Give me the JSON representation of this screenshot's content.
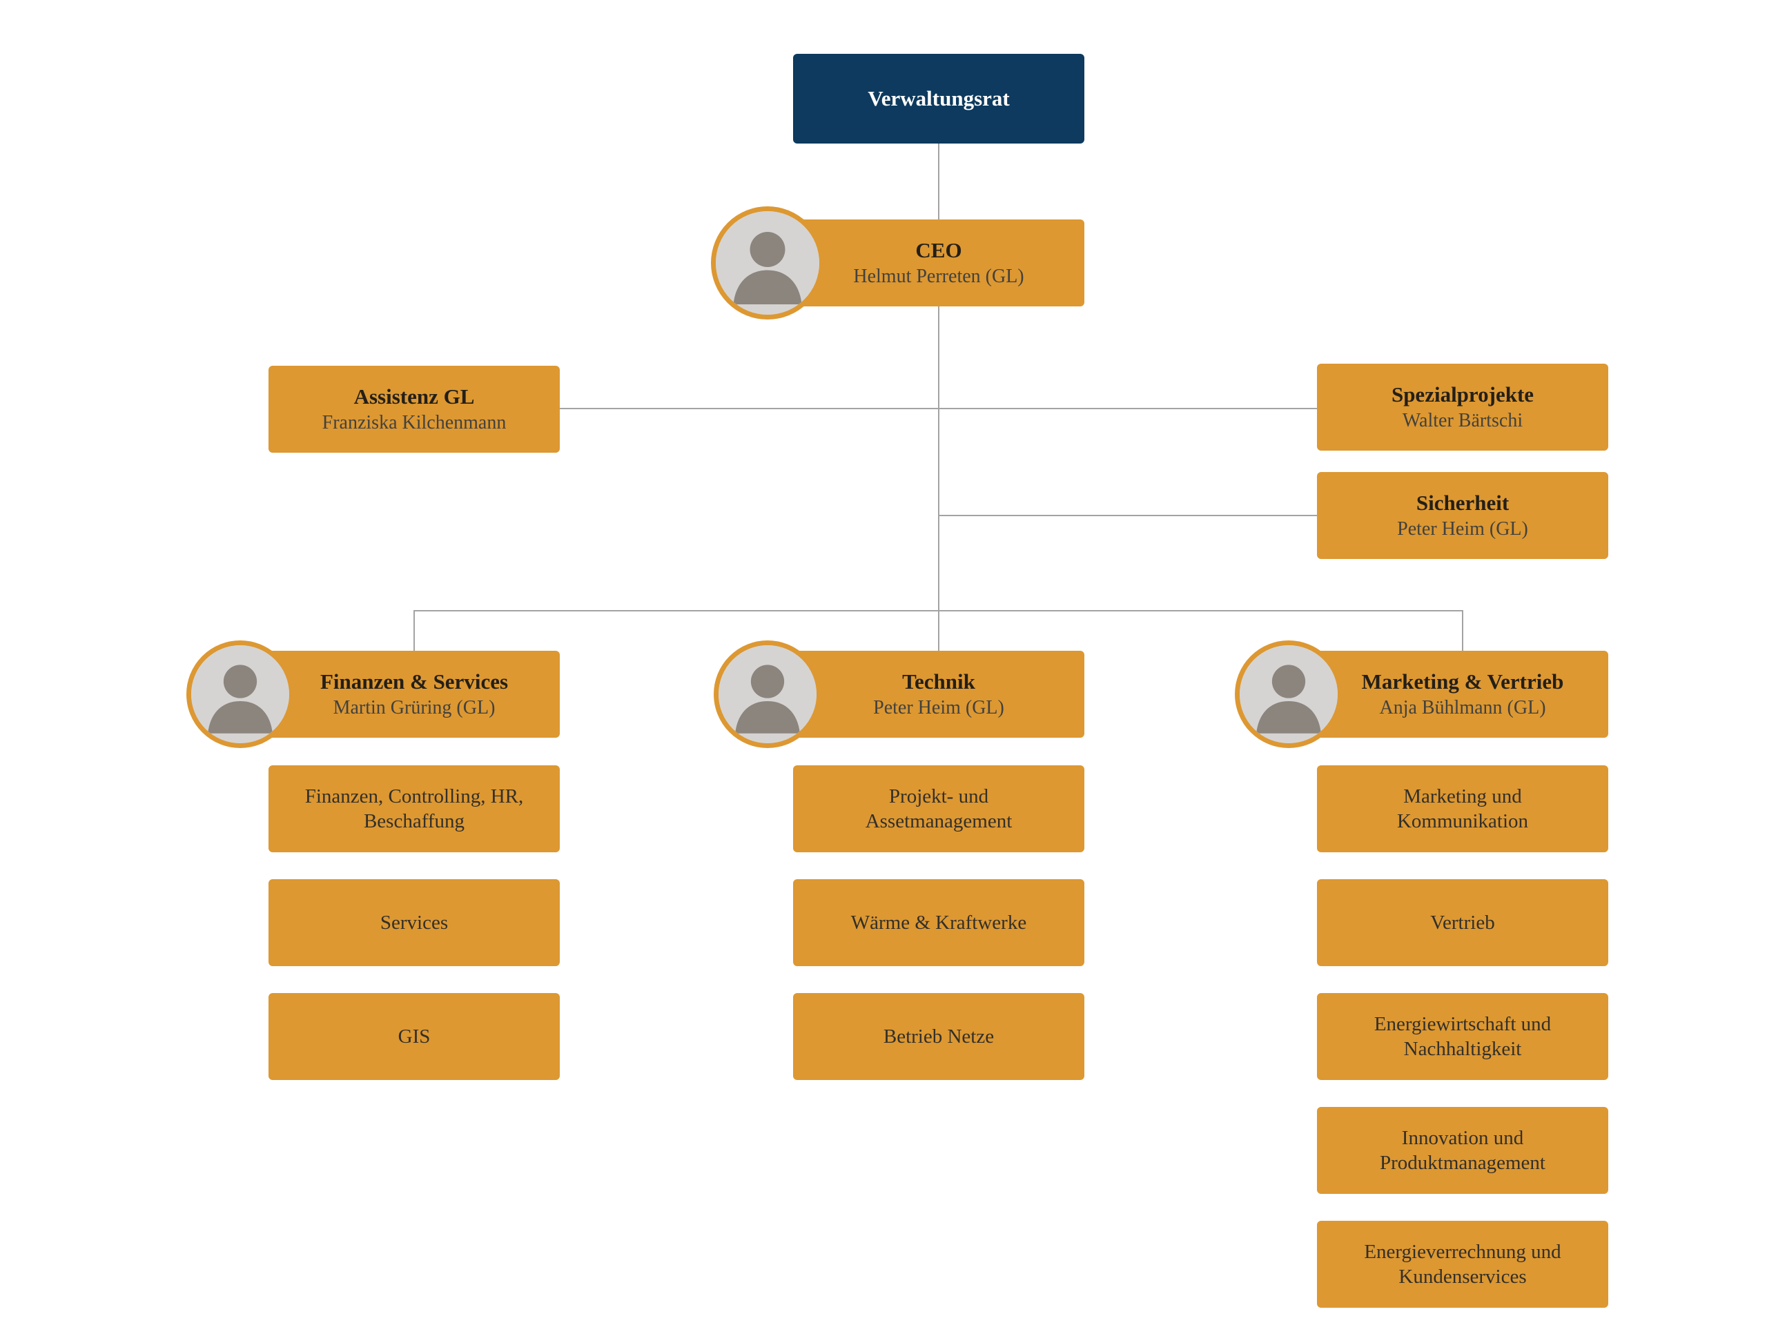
{
  "board": {
    "label": "Verwaltungsrat"
  },
  "ceo": {
    "title": "CEO",
    "name": "Helmut Perreten (GL)",
    "avatar_icon": "person-portrait"
  },
  "staff": {
    "assistenz": {
      "title": "Assistenz GL",
      "name": "Franziska Kilchenmann"
    },
    "spezialprojekte": {
      "title": "Spezialprojekte",
      "name": "Walter Bärtschi"
    },
    "sicherheit": {
      "title": "Sicherheit",
      "name": "Peter Heim (GL)"
    }
  },
  "departments": [
    {
      "title": "Finanzen & Services",
      "name": "Martin Grüring (GL)",
      "avatar_icon": "person-portrait",
      "units": [
        "Finanzen, Controlling, HR, Beschaffung",
        "Services",
        "GIS"
      ]
    },
    {
      "title": "Technik",
      "name": "Peter Heim (GL)",
      "avatar_icon": "person-portrait",
      "units": [
        "Projekt- und Assetmanagement",
        "Wärme & Kraftwerke",
        "Betrieb Netze"
      ]
    },
    {
      "title": "Marketing & Vertrieb",
      "name": "Anja Bühlmann (GL)",
      "avatar_icon": "person-portrait",
      "units": [
        "Marketing und Kommunikation",
        "Vertrieb",
        "Energiewirtschaft und Nachhaltigkeit",
        "Innovation und Produktmanagement",
        "Energieverrechnung und Kundenservices"
      ]
    }
  ],
  "colors": {
    "navy": "#0d3a5e",
    "orange": "#dd9832",
    "connector_gray": "#a3a3a3",
    "board_text": "#ffffff",
    "title_text": "#241f18",
    "subtitle_text": "#43413c",
    "background": "#ffffff",
    "avatar_background": "#d6d4d2"
  }
}
